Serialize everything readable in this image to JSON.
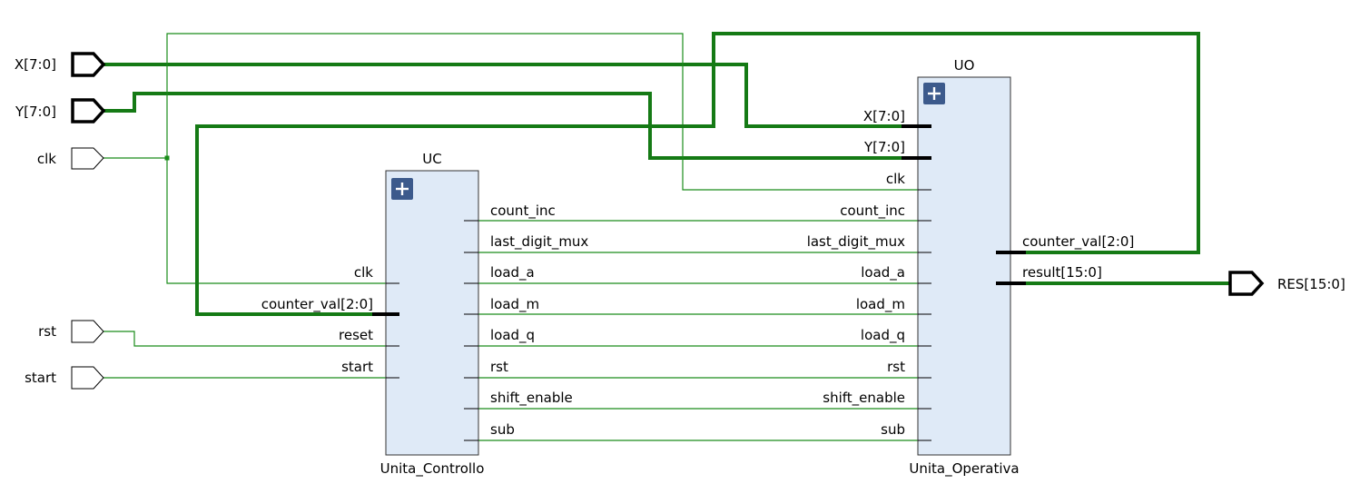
{
  "diagram": {
    "inputs": [
      {
        "label": "X[7:0]",
        "bus": true
      },
      {
        "label": "Y[7:0]",
        "bus": true
      },
      {
        "label": "clk",
        "bus": false
      },
      {
        "label": "rst",
        "bus": false
      },
      {
        "label": "start",
        "bus": false
      }
    ],
    "outputs": [
      {
        "label": "RES[15:0]",
        "bus": true
      }
    ],
    "blocks": {
      "uc": {
        "instance": "UC",
        "module": "Unita_Controllo",
        "inputs": [
          "clk",
          "counter_val[2:0]",
          "reset",
          "start"
        ],
        "outputs": [
          "count_inc",
          "last_digit_mux",
          "load_a",
          "load_m",
          "load_q",
          "rst",
          "shift_enable",
          "sub"
        ]
      },
      "uo": {
        "instance": "UO",
        "module": "Unita_Operativa",
        "inputs": [
          "X[7:0]",
          "Y[7:0]",
          "clk",
          "count_inc",
          "last_digit_mux",
          "load_a",
          "load_m",
          "load_q",
          "rst",
          "shift_enable",
          "sub"
        ],
        "outputs": [
          "counter_val[2:0]",
          "result[15:0]"
        ]
      }
    },
    "colors": {
      "wire": "#1a8c1a",
      "bus_wire": "#157a15",
      "block_fill": "#dfeaf7",
      "expand_button": "#3c5a8c"
    },
    "icons": {
      "expand": "plus-square-icon",
      "input_port": "input-port-icon",
      "output_port": "output-port-icon"
    }
  }
}
